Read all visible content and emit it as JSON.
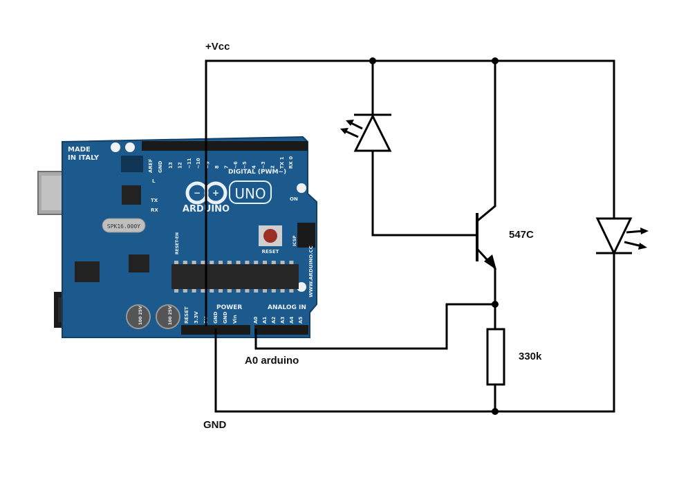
{
  "labels": {
    "vcc": "+Vcc",
    "gnd": "GND",
    "a0": "A0 arduino",
    "transistor": "547C",
    "resistor": "330k"
  },
  "board": {
    "made_in": [
      "MADE",
      "IN ITALY"
    ],
    "logo_text": "ARDUINO",
    "uno": "UNO",
    "digital": "DIGITAL (PWM~)",
    "power": "POWER",
    "analog": "ANALOG IN",
    "crystal": "SPK16.000Y",
    "reset": "RESET",
    "website": "WWW.ARDUINO.CC",
    "aref": "AREF",
    "gnd_pin": "GND",
    "led_l": "L",
    "led_tx": "TX",
    "led_rx": "RX",
    "led_on": "ON",
    "reset_en": "RESET-EN",
    "icsp": "ICSP",
    "cap_label": "100 25V",
    "power_pins": [
      "RESET",
      "3.3V",
      "5V",
      "GND",
      "GND",
      "Vin"
    ],
    "analog_pins": [
      "A0",
      "A1",
      "A2",
      "A3",
      "A4",
      "A5"
    ],
    "digital_pins": [
      "13",
      "12",
      "~11",
      "~10",
      "~9",
      "8",
      "7",
      "~6",
      "~5",
      "4",
      "~3",
      "2",
      "TX 1",
      "RX 0"
    ]
  },
  "colors": {
    "wire": "#000000",
    "board": "#1c5a8e",
    "board_dark": "#123f66",
    "header": "#1a1a1a",
    "silk": "#e8f0f8"
  }
}
